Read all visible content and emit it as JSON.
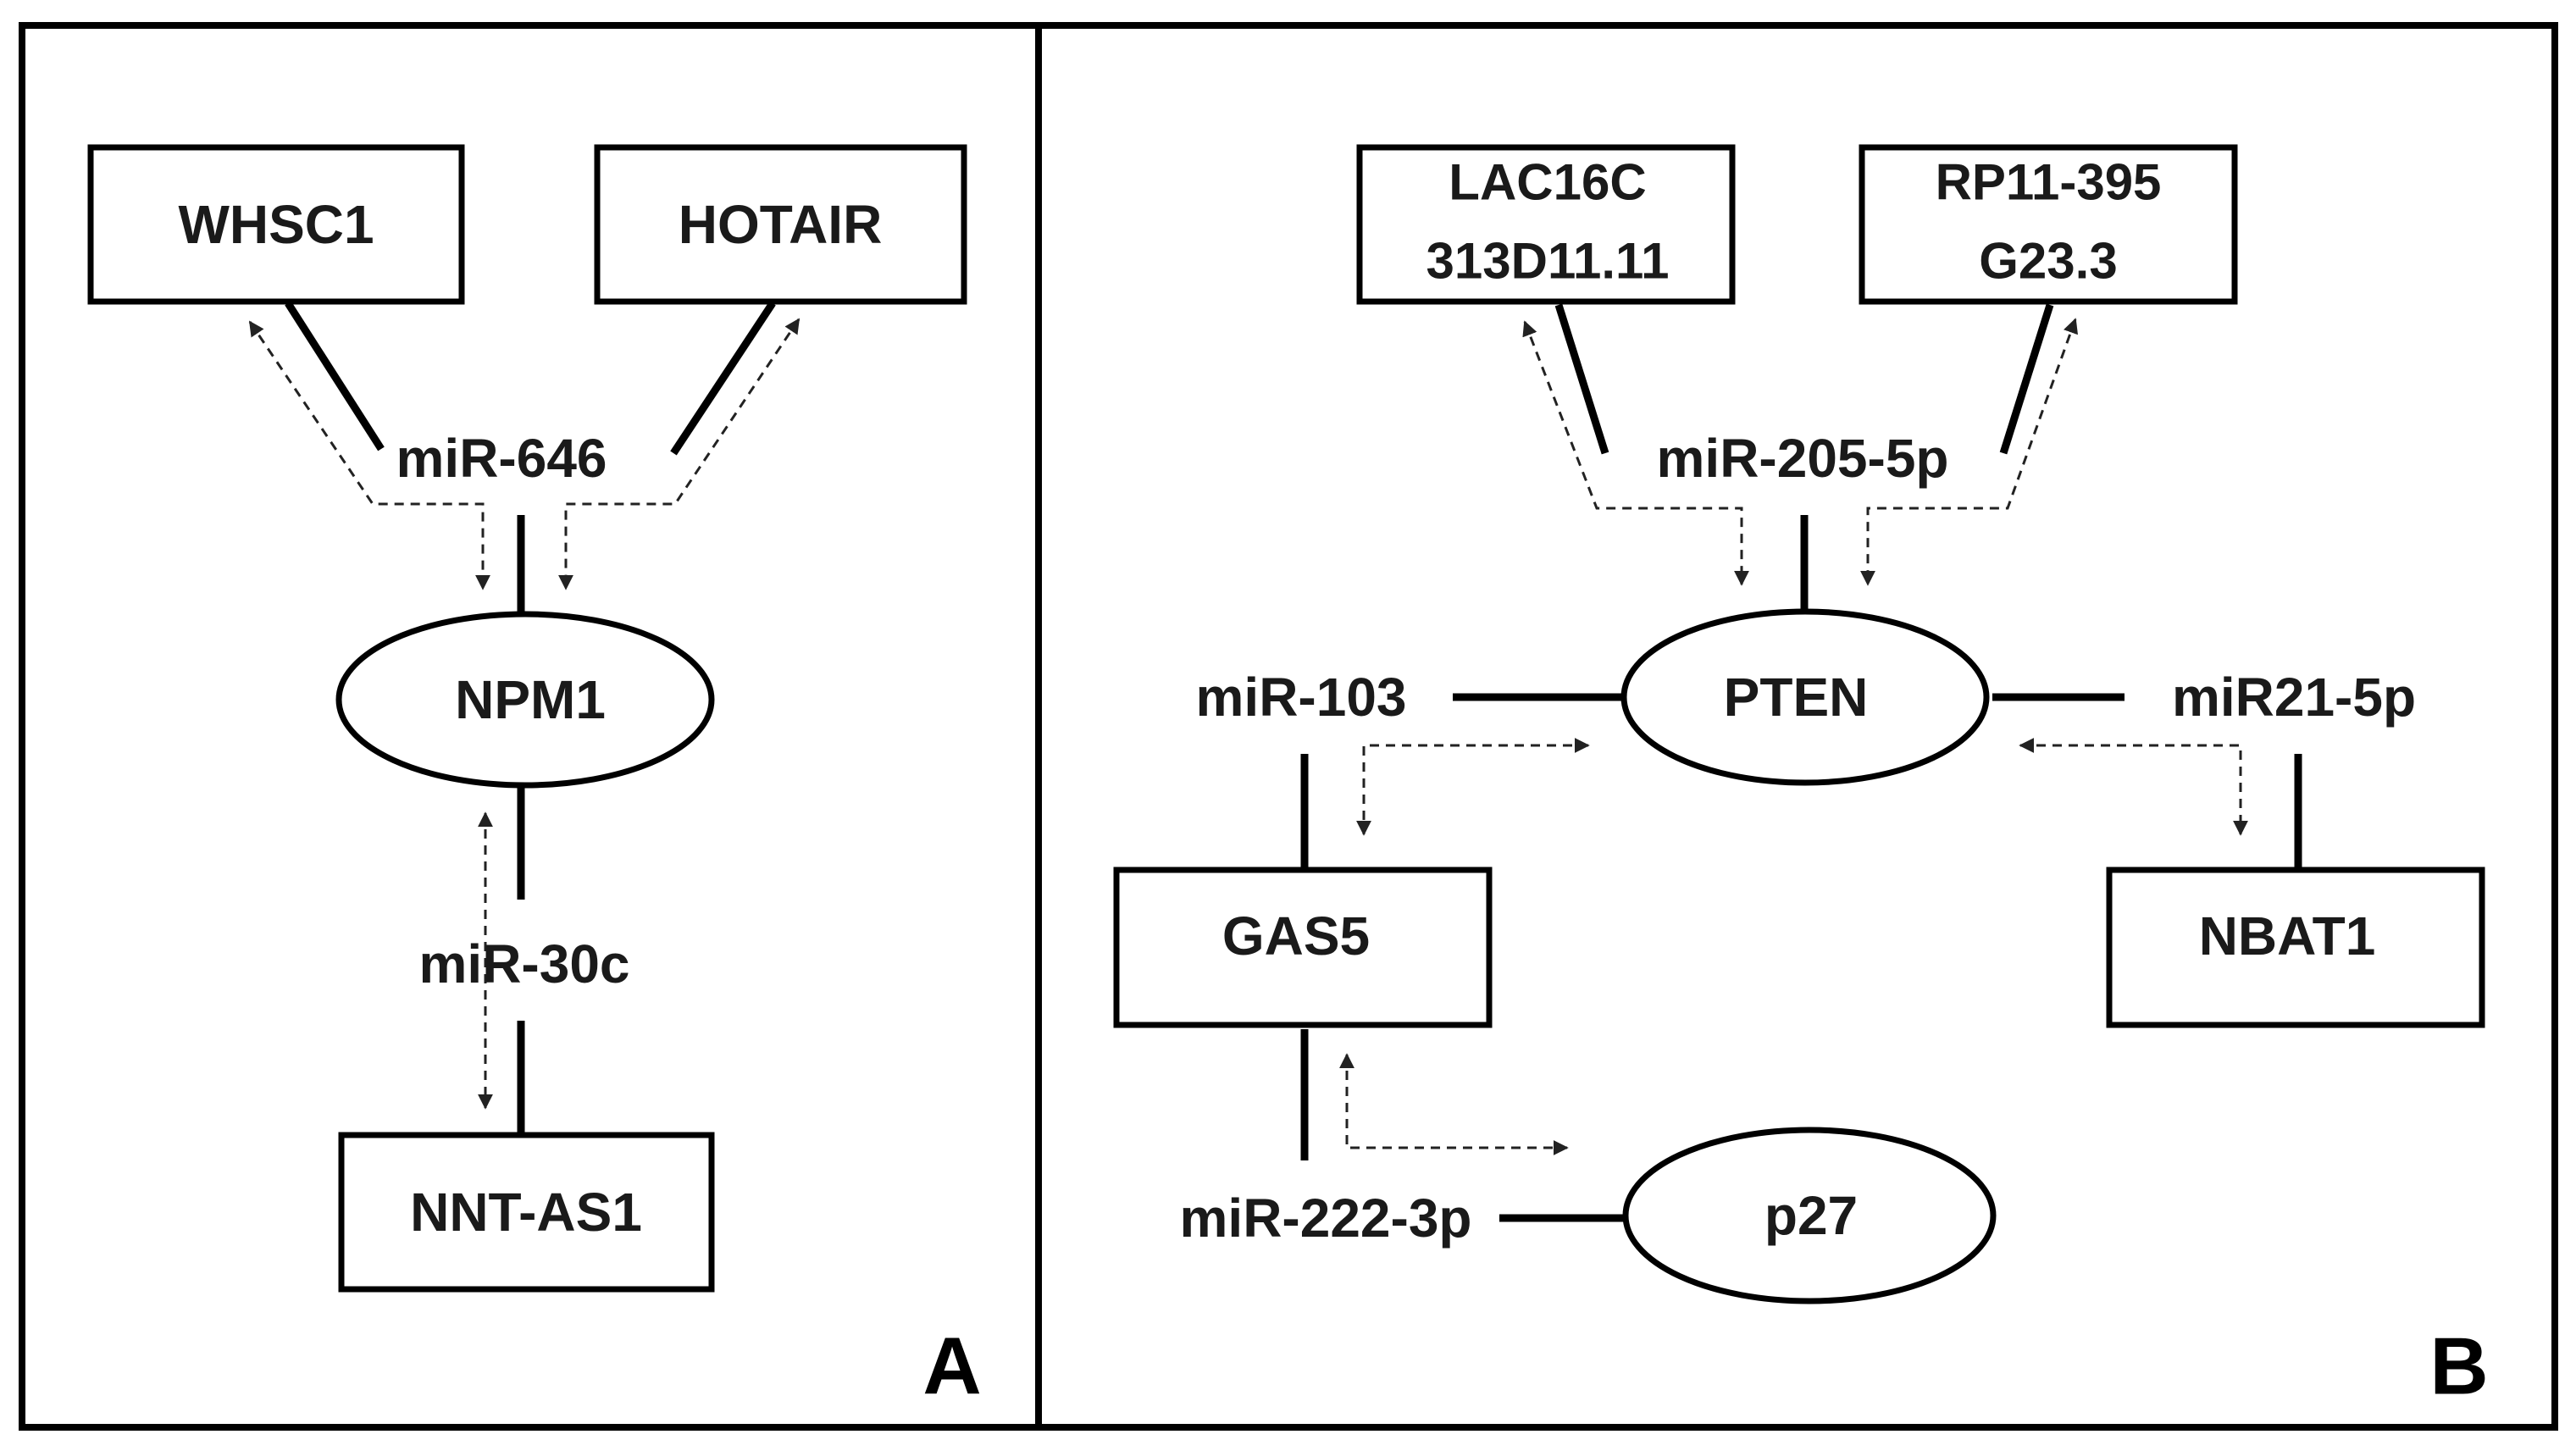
{
  "panels": {
    "a": {
      "label": "A",
      "nodes": {
        "whsc1": "WHSC1",
        "hotair": "HOTAIR",
        "mir646": "miR-646",
        "npm1": "NPM1",
        "mir30c": "miR-30c",
        "nntas1": "NNT-AS1"
      }
    },
    "b": {
      "label": "B",
      "nodes": {
        "lac16c_line1": "LAC16C",
        "lac16c_line2": "313D11.11",
        "rp11_line1": "RP11-395",
        "rp11_line2": "G23.3",
        "mir205": "miR-205-5p",
        "pten": "PTEN",
        "mir103": "miR-103",
        "mir21": "miR21-5p",
        "gas5": "GAS5",
        "nbat1": "NBAT1",
        "mir222": "miR-222-3p",
        "p27": "p27"
      }
    }
  }
}
